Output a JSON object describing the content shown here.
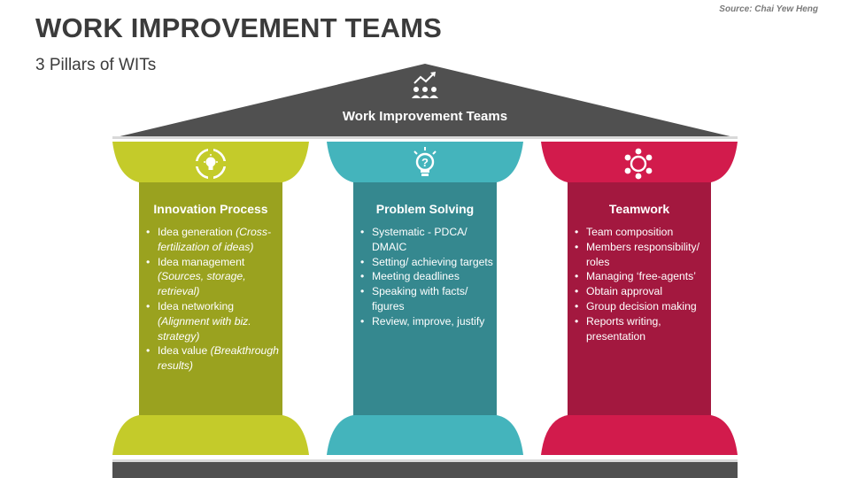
{
  "header": {
    "title": "WORK IMPROVEMENT TEAMS",
    "subtitle": "3 Pillars of WITs",
    "source": "Source: Chai Yew Heng"
  },
  "roof": {
    "label": "Work Improvement Teams",
    "icon": "team-growth-icon",
    "color": "#505050"
  },
  "base": {
    "color": "#505050"
  },
  "pillars": [
    {
      "title": "Innovation Process",
      "icon": "lightbulb-cycle-icon",
      "color_cap": "#c4cb2a",
      "color_shaft": "#9aa21f",
      "items": [
        {
          "text": "Idea generation ",
          "note": "(Cross-fertilization of ideas)"
        },
        {
          "text": "Idea management ",
          "note": "(Sources, storage, retrieval)"
        },
        {
          "text": "Idea networking ",
          "note": "(Alignment with biz. strategy)"
        },
        {
          "text": "Idea value ",
          "note": "(Breakthrough results)"
        }
      ]
    },
    {
      "title": "Problem Solving",
      "icon": "question-bulb-icon",
      "color_cap": "#44b4bc",
      "color_shaft": "#35888f",
      "items": [
        {
          "text": "Systematic - PDCA/ DMAIC"
        },
        {
          "text": "Setting/ achieving targets"
        },
        {
          "text": "Meeting deadlines"
        },
        {
          "text": "Speaking with facts/ figures"
        },
        {
          "text": "Review, improve, justify"
        }
      ]
    },
    {
      "title": "Teamwork",
      "icon": "team-circle-icon",
      "color_cap": "#d21b4c",
      "color_shaft": "#a3183f",
      "items": [
        {
          "text": "Team composition"
        },
        {
          "text": "Members responsibility/ roles"
        },
        {
          "text": "Managing ‘free-agents’"
        },
        {
          "text": "Obtain approval"
        },
        {
          "text": "Group decision making"
        },
        {
          "text": "Reports writing, presentation"
        }
      ]
    }
  ]
}
